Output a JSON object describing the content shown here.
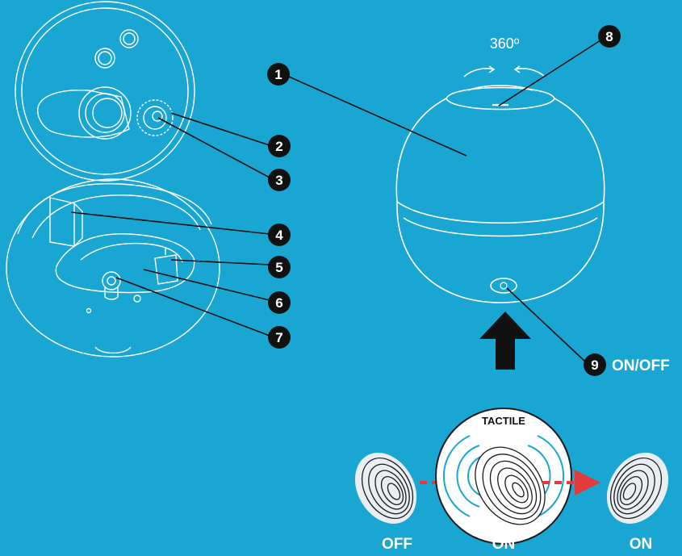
{
  "callouts": [
    "1",
    "2",
    "3",
    "4",
    "5",
    "6",
    "7",
    "8",
    "9"
  ],
  "rotation_label": "360º",
  "power_label": "ON/OFF",
  "tactile_label": "TACTILE",
  "states": [
    "OFF",
    "ON",
    "ON"
  ],
  "colors": {
    "background": "#1aa6d3",
    "lines": "#ffffff",
    "callout": "#111111",
    "arrow_dash": "#e23b3b"
  }
}
